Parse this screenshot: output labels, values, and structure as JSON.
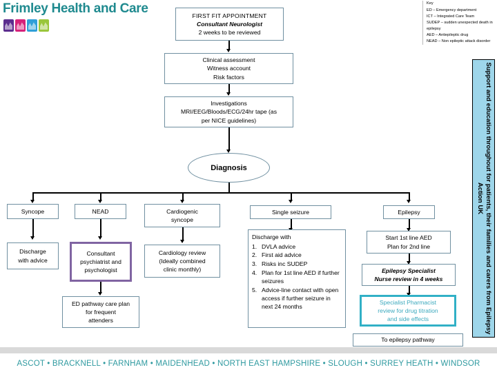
{
  "header": {
    "title": "Frimley Health and Care",
    "logo_icons": [
      "logo-square-purple",
      "logo-square-magenta",
      "logo-square-blue",
      "logo-square-green"
    ]
  },
  "key": {
    "title": "Key",
    "entries": [
      "ED – Emergency department",
      "ICT – Integrated Care Team",
      "SUDEP – sudden unexpected death in epilepsy",
      "AED – Antiepileptic drug",
      "NEAD – Non epileptic attack disorder"
    ]
  },
  "flow": {
    "first_fit": {
      "line1": "FIRST FIT APPOINTMENT",
      "line2": "Consultant Neurologist",
      "line3": "2 weeks to be reviewed"
    },
    "clinical": {
      "line1": "Clinical assessment",
      "line2": "Witness account",
      "line3": "Risk factors"
    },
    "investigations": {
      "line1": "Investigations",
      "line2": "MRI/EEG/Bloods/ECG/24hr tape (as",
      "line3": "per NICE guidelines)"
    },
    "diagnosis": "Diagnosis",
    "branches": {
      "syncope": "Syncope",
      "nead": "NEAD",
      "cardiogenic_1": "Cardiogenic",
      "cardiogenic_2": "syncope",
      "single_seizure": "Single seizure",
      "epilepsy": "Epilepsy"
    },
    "discharge_advice": {
      "line1": "Discharge",
      "line2": "with advice"
    },
    "consultant_psych": {
      "line1": "Consultant",
      "line2": "psychiatrist and",
      "line3": "psychologist"
    },
    "ed_pathway": {
      "line1": "ED pathway care plan",
      "line2": "for frequent",
      "line3": "attenders"
    },
    "cardiology": {
      "line1": "Cardiology review",
      "line2": "(Ideally combined",
      "line3": "clinic monthly)"
    },
    "discharge_with": {
      "lead": "Discharge with",
      "items": [
        {
          "num": "1.",
          "text": "DVLA advice"
        },
        {
          "num": "2.",
          "text": "First aid advice"
        },
        {
          "num": "3.",
          "text": "Risks inc SUDEP"
        },
        {
          "num": "4.",
          "text": "Plan for 1st line AED if further seizures"
        },
        {
          "num": "5.",
          "text": "Advice-line contact with open access if further seizure in next 24 months"
        }
      ]
    },
    "start_aed": {
      "line1": "Start 1st line AED",
      "line2": "Plan for 2nd line"
    },
    "specialist_nurse": {
      "line1": "Epilepsy Specialist",
      "line2": "Nurse review in 4 weeks"
    },
    "pharmacist": {
      "line1": "Specialist Pharmacist",
      "line2": "review for drug titration",
      "line3": "and side effects"
    },
    "to_epilepsy_pathway": "To epilepsy pathway"
  },
  "side_banner": {
    "text": "Support and education throughout for patients, their families and carers from Epilepsy Action UK"
  },
  "footer": {
    "text": "ASCOT • BRACKNELL • FARNHAM • MAIDENHEAD • NORTH EAST HAMPSHIRE • SLOUGH • SURREY HEATH • WINDSOR"
  },
  "colors": {
    "brand_teal": "#1f8a8f",
    "box_border": "#6f8fa0",
    "purple_accent": "#8064a2",
    "teal_accent": "#31b0c6",
    "banner_blue": "#9ed6ea"
  }
}
